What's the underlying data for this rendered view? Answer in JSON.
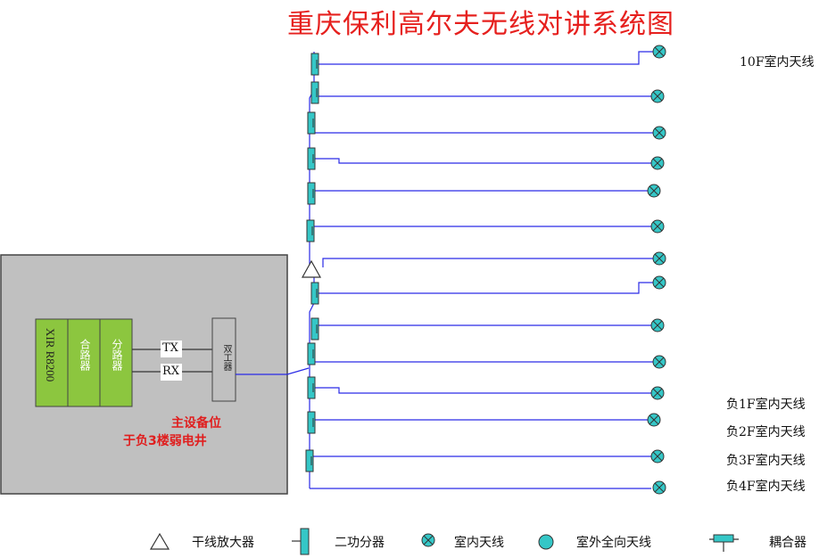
{
  "title": "重庆保利高尔夫无线对讲系统图",
  "floor_labels": {
    "f10": "10F室内天线",
    "b1": "负1F室内天线",
    "b2": "负2F室内天线",
    "b3": "负3F室内天线",
    "b4": "负4F室内天线"
  },
  "main_equipment": {
    "radio": "XIR R8200",
    "combiner": "合路器",
    "splitter": "分路器",
    "tx": "TX",
    "rx": "RX",
    "duplexer": "双工器",
    "note_line1": "主设备位",
    "note_line2": "于负3楼弱电井"
  },
  "legend": {
    "amplifier": "干线放大器",
    "splitter": "二功分器",
    "indoor_antenna": "室内天线",
    "outdoor_antenna": "室外全向天线",
    "coupler": "耦合器"
  },
  "colors": {
    "title": "#e6201e",
    "line": "#2a2ae6",
    "component_fill": "#35c7c7",
    "equipment_green": "#8cc63f",
    "cabinet_gray": "#c0c0c0",
    "note_red": "#e01e1e"
  }
}
